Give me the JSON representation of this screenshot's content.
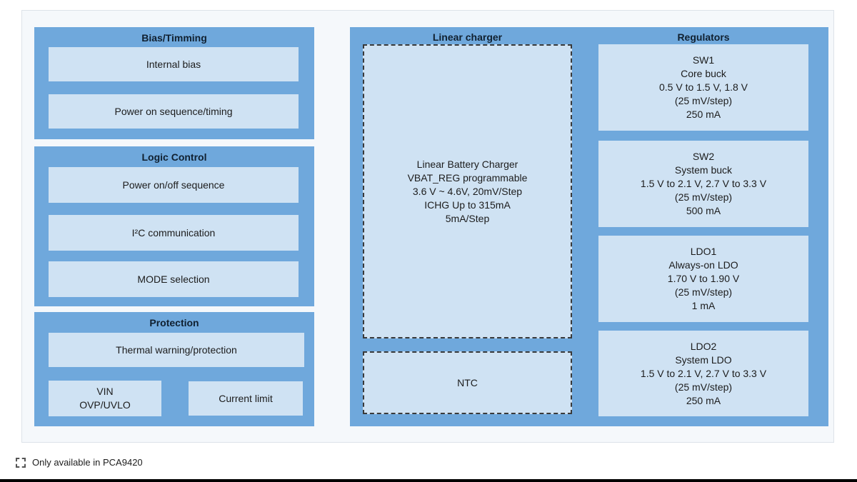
{
  "colors": {
    "panel_blue": "#6fa8dc",
    "box_light_blue": "#cfe2f3",
    "frame_background": "#f5f8fb",
    "dashed_border": "#3a3a3a"
  },
  "left_panels": [
    {
      "title": "Bias/Timming",
      "items": [
        "Internal bias",
        "Power on sequence/timing"
      ]
    },
    {
      "title": "Logic Control",
      "items": [
        "Power on/off sequence",
        "I²C communication",
        "MODE selection"
      ]
    },
    {
      "title": "Protection",
      "items": [
        "Thermal warning/protection"
      ],
      "bottom_row": [
        "VIN\nOVP/UVLO",
        "Current limit"
      ]
    }
  ],
  "right_panel": {
    "linear_charger_title": "Linear charger",
    "regulators_title": "Regulators",
    "charger_text": "Linear Battery Charger\nVBAT_REG programmable\n3.6 V ~ 4.6V, 20mV/Step\nICHG Up to 315mA\n5mA/Step",
    "ntc_label": "NTC",
    "regulators": [
      {
        "text": "SW1\nCore buck\n0.5 V to 1.5 V, 1.8 V\n(25 mV/step)\n250 mA"
      },
      {
        "text": "SW2\nSystem buck\n1.5 V to 2.1 V, 2.7 V to 3.3 V\n(25 mV/step)\n500 mA"
      },
      {
        "text": "LDO1\nAlways-on LDO\n1.70 V to 1.90 V\n(25 mV/step)\n1 mA"
      },
      {
        "text": "LDO2\nSystem LDO\n1.5 V to 2.1 V, 2.7 V to 3.3 V\n(25 mV/step)\n250 mA"
      }
    ]
  },
  "legend": {
    "label": "Only available in PCA9420"
  }
}
